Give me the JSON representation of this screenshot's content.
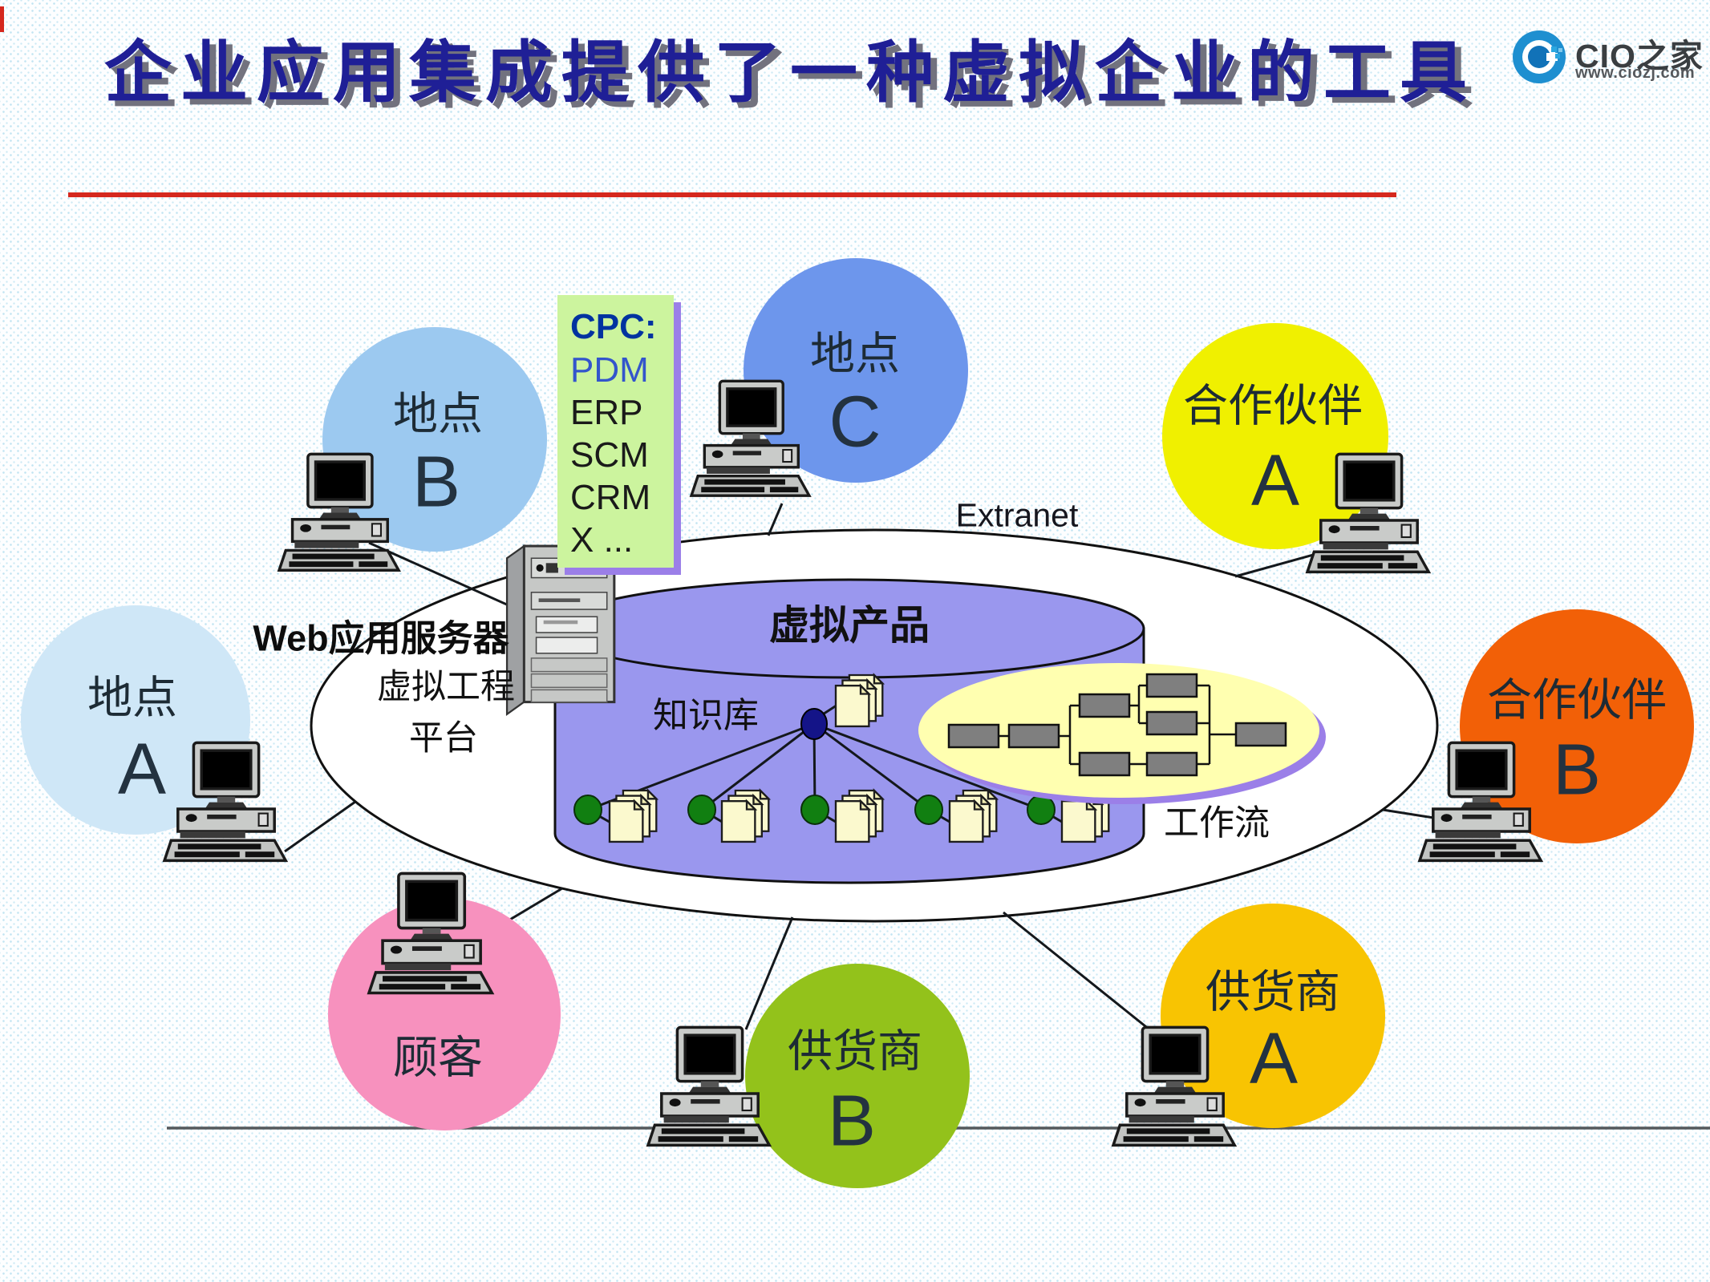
{
  "slide": {
    "title": "企业应用集成提供了一种虚拟企业的工具",
    "logo": {
      "brand": "CIO之家",
      "url": "www.ciozj.com"
    },
    "extranet": "Extranet",
    "web_server_label": "Web应用服务器",
    "platform_line1": "虚拟工程",
    "platform_line2": "平台",
    "cylinder_title": "虚拟产品",
    "knowledge_base": "知识库",
    "workflow": "工作流",
    "cpc": {
      "heading": "CPC:",
      "items": [
        "PDM",
        "ERP",
        "SCM",
        "CRM",
        "X ..."
      ]
    },
    "circles": [
      {
        "name": "地点",
        "letter": "B",
        "color": "#9CC9F0"
      },
      {
        "name": "地点",
        "letter": "C",
        "color": "#6D96EC"
      },
      {
        "name": "合作伙伴",
        "letter": "A",
        "color": "#F0F000"
      },
      {
        "name": "地点",
        "letter": "A",
        "color": "#CFE7F7"
      },
      {
        "name": "合作伙伴",
        "letter": "B",
        "color": "#F26007"
      },
      {
        "name": "顾客",
        "letter": "",
        "color": "#F791BE"
      },
      {
        "name": "供货商",
        "letter": "B",
        "color": "#93C21B"
      },
      {
        "name": "供货商",
        "letter": "A",
        "color": "#F8C402"
      }
    ],
    "colors": {
      "title": "#1F1F96",
      "divider": "#D5281E",
      "cylinder": "#9A97EE",
      "workflow_fill": "#FFFFB0",
      "workflow_shadow": "#9B7FE8",
      "cpc_fill": "#CCF49E",
      "node_green": "#117F11",
      "node_root": "#141488",
      "page_fill": "#FBF9CE",
      "box_gray": "#7F7F7F"
    }
  }
}
